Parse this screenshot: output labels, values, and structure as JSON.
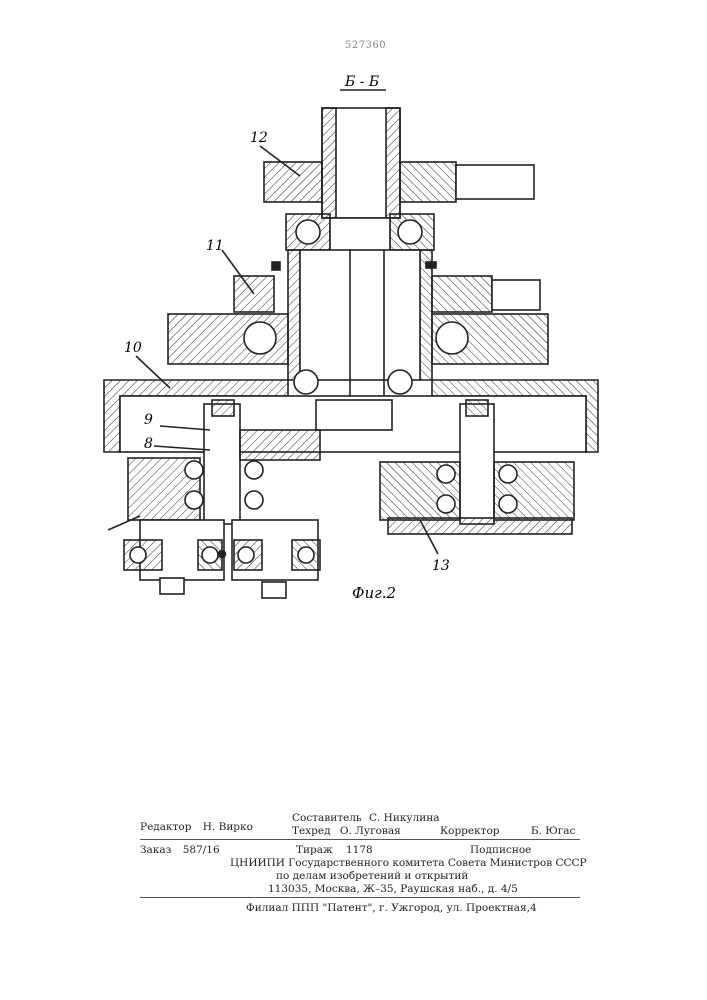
{
  "header": {
    "patent_number": "527360"
  },
  "drawing": {
    "section_label": "Б - Б",
    "figure_caption": "Фиг.2",
    "part_labels": {
      "p12": "12",
      "p11": "11",
      "p10": "10",
      "p9": "9",
      "p8": "8",
      "p13": "13"
    }
  },
  "imprint": {
    "editor_label": "Редактор",
    "editor_name": "Н. Вирко",
    "compiler_label": "Составитель",
    "compiler_name": "С. Никулина",
    "techred_label": "Техред",
    "techred_name": "О. Луговая",
    "corrector_label": "Корректор",
    "corrector_name": "Б. Югас",
    "order_label": "Заказ",
    "order_value": "587/16",
    "circulation_label": "Тираж",
    "circulation_value": "1178",
    "subscription": "Подписное",
    "org_line1": "ЦНИИПИ Государственного комитета Совета Министров СССР",
    "org_line2": "по делам изобретений и открытий",
    "org_address": "113035, Москва, Ж–35, Раушская наб., д. 4/5",
    "branch": "Филиал ППП \"Патент\", г. Ужгород, ул. Проектная,4"
  }
}
